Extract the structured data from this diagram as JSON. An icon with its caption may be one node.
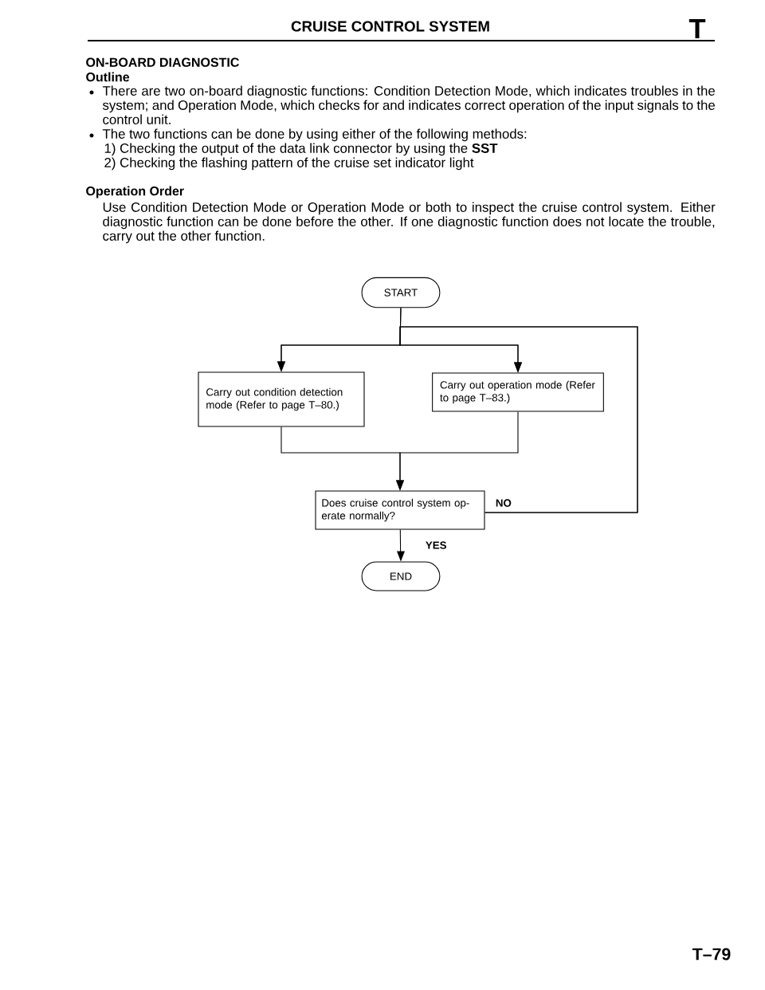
{
  "diagram": {
    "title": "CRUISE CONTROL SYSTEM",
    "nodes": [
      {
        "text": [
          "START"
        ]
      },
      {
        "text": [
          "Carry out condition detection mode (Refer to page T–80.)"
        ]
      },
      {
        "text": [
          "Carry out operation mode (Refer to page T–83.)"
        ]
      },
      {
        "text": [
          "Does cruise control system op- erate normally?"
        ]
      },
      {
        "text": [
          "END"
        ]
      }
    ],
    "edges": [
      {
        "from": 0,
        "to": 1,
        "arrow": "to"
      },
      {
        "from": 0,
        "to": 2,
        "arrow": "to"
      },
      {
        "from": 1,
        "to": 3,
        "arrow": "to"
      },
      {
        "from": 2,
        "to": 3,
        "arrow": "to"
      },
      {
        "from": 3,
        "to": 4,
        "arrow": "to",
        "label": "YES"
      },
      {
        "from": 3,
        "to": 1,
        "arrow": "to",
        "label": "NO"
      },
      {
        "from": 3,
        "to": 2,
        "arrow": "to"
      }
    ],
    "labels": [
      "T",
      "ON-BOARD DIAGNOSTIC",
      "Outline",
      "There are two on-board diagnostic functions: Condition Detection Mode, which indicates troubles in the system; and Operation Mode, which checks for and indicates correct operation of the input signals to the control unit.",
      "The two functions can be done by using either of the following methods:",
      "1) Checking the output of the data link connector by using the **SST**",
      "2) Checking the flashing pattern of the cruise set indicator light",
      "Operation Order",
      "Use Condition Detection Mode or Operation Mode or both to inspect the cruise control system. Either diagnostic function can be done before the other. If one diagnostic function does not locate the trouble, carry out the other function.",
      "T–79"
    ]
  }
}
